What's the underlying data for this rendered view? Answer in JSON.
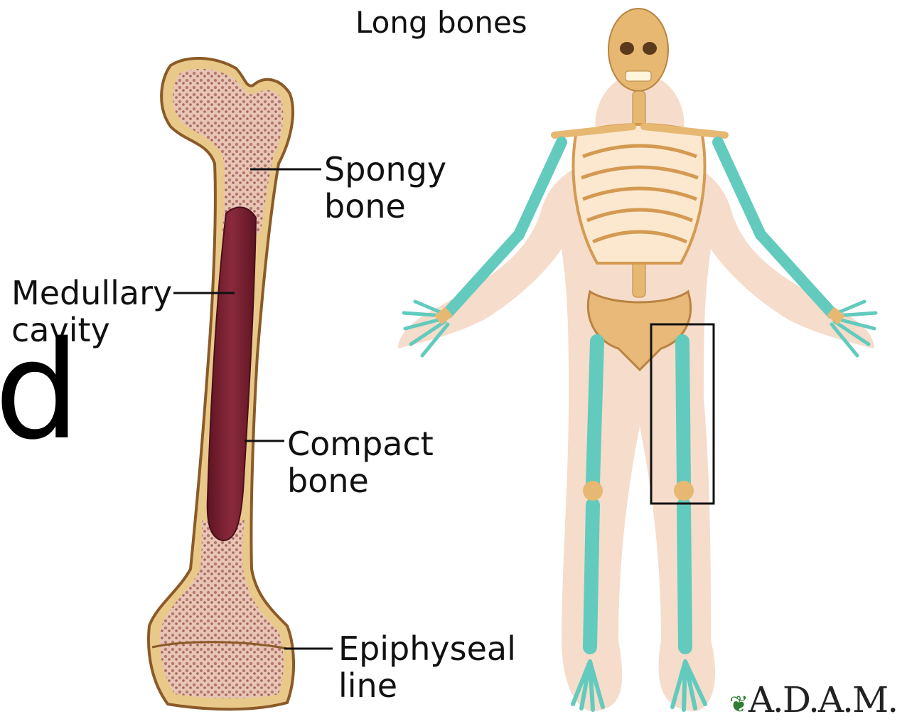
{
  "title": "Long bones",
  "labels": {
    "spongy": [
      "Spongy",
      "bone"
    ],
    "medullary": [
      "Medullary",
      "cavity"
    ],
    "compact": [
      "Compact",
      "bone"
    ],
    "epiphyseal": [
      "Epiphyseal",
      "line"
    ]
  },
  "stray_glyph": "d",
  "brand": "A.D.A.M.",
  "colors": {
    "bone_outer": "#e9c98a",
    "spongy": "#c98f86",
    "marrow": "#7a1f30",
    "highlight_bones": "#62cbbd",
    "skeleton": "#e6b872",
    "skin": "#f6dccb"
  }
}
